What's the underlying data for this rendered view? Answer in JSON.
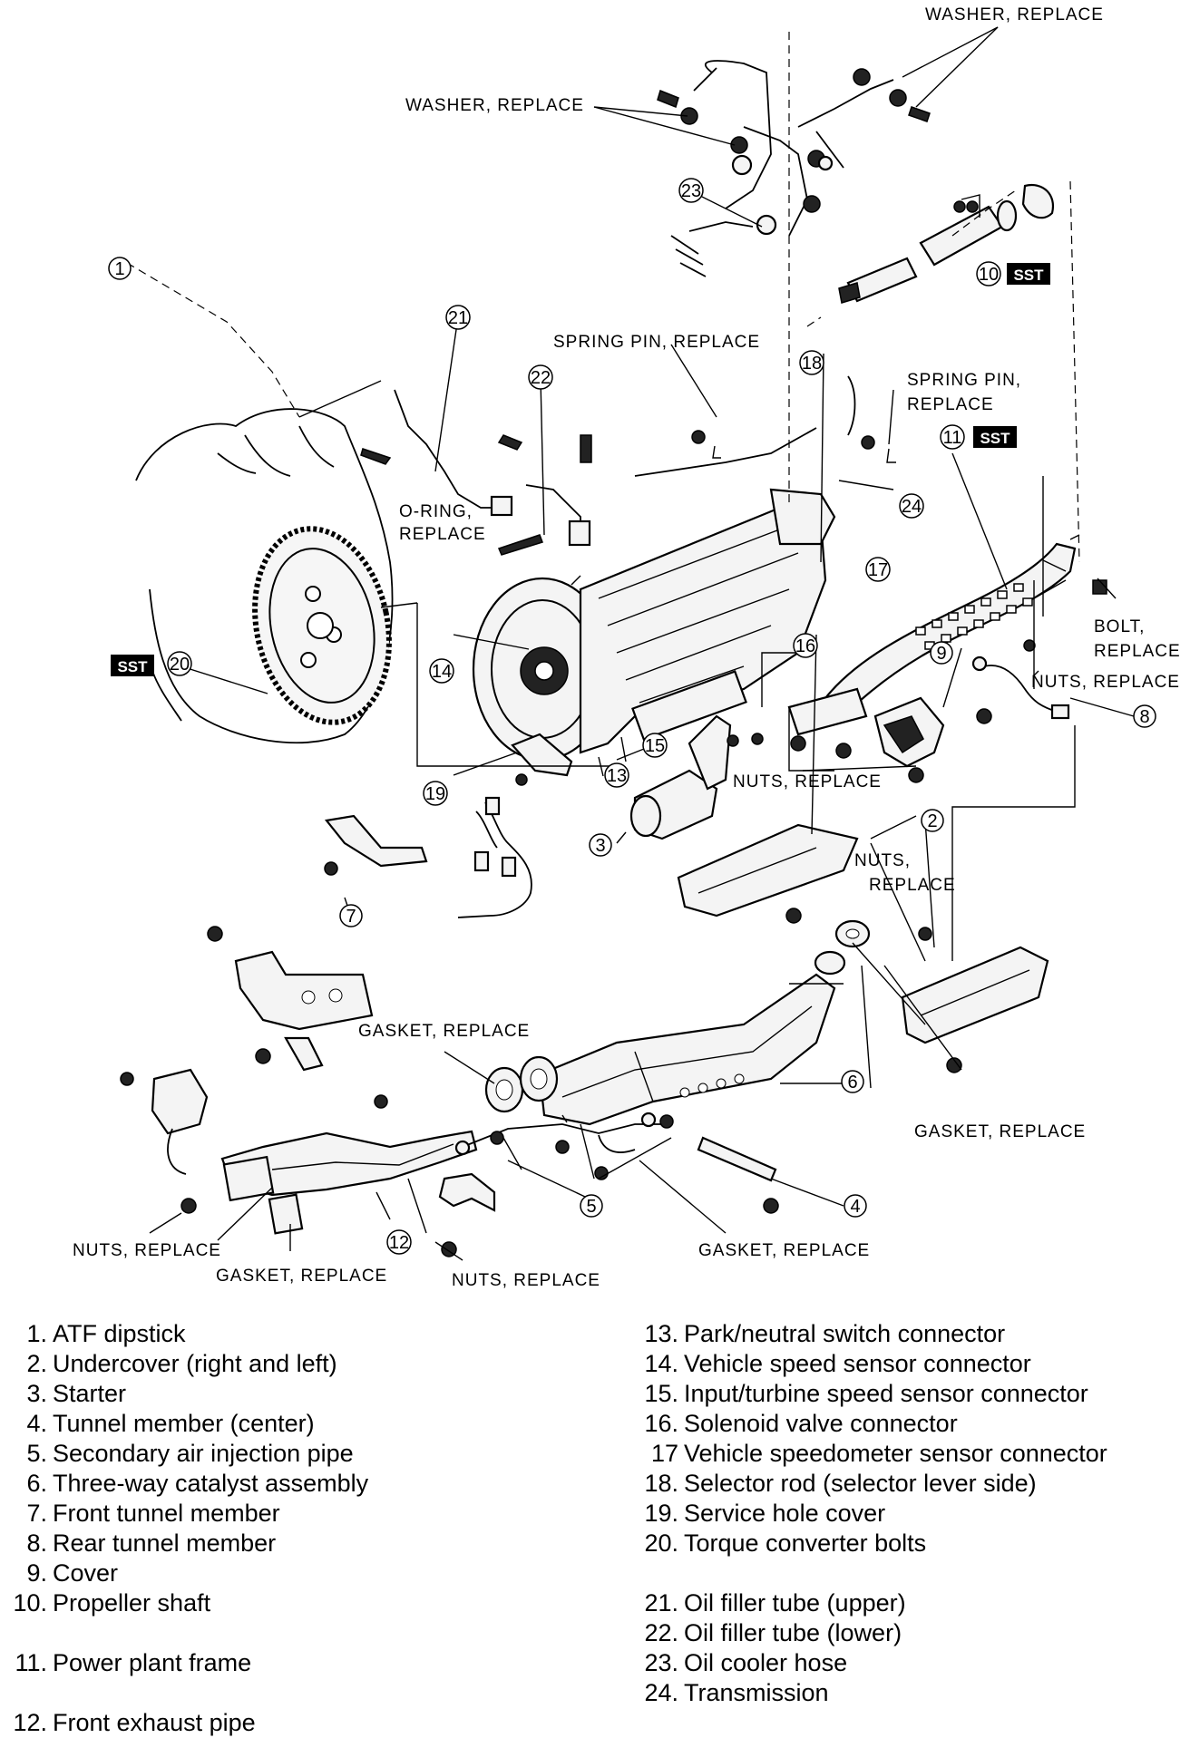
{
  "callouts": {
    "washer_top": "WASHER, REPLACE",
    "washer_left": "WASHER, REPLACE",
    "spring_pin_1": "SPRING PIN, REPLACE",
    "spring_pin_2_line1": "SPRING PIN,",
    "spring_pin_2_line2": "REPLACE",
    "oring_line1": "O-RING,",
    "oring_line2": "REPLACE",
    "bolt_line1": "BOLT,",
    "bolt_line2": "REPLACE",
    "nuts_right": "NUTS, REPLACE",
    "nuts_center": "NUTS, REPLACE",
    "nuts_cover_line1": "NUTS,",
    "nuts_cover_line2": "REPLACE",
    "gasket_center": "GASKET, REPLACE",
    "gasket_right": "GASKET, REPLACE",
    "gasket_bottom_right": "GASKET, REPLACE",
    "gasket_bottom_left": "GASKET, REPLACE",
    "nuts_bottom_left": "NUTS, REPLACE",
    "nuts_bottom_mid": "NUTS, REPLACE",
    "sst": "SST"
  },
  "part_numbers": {
    "n1": "1",
    "n2": "2",
    "n3": "3",
    "n4": "4",
    "n5": "5",
    "n6": "6",
    "n7": "7",
    "n8": "8",
    "n9": "9",
    "n10": "10",
    "n11": "11",
    "n12": "12",
    "n13": "13",
    "n14": "14",
    "n15": "15",
    "n16": "16",
    "n17": "17",
    "n18": "18",
    "n19": "19",
    "n20": "20",
    "n21": "21",
    "n22": "22",
    "n23": "23",
    "n24": "24"
  },
  "legend": {
    "left": [
      {
        "num": "1.",
        "text": "ATF dipstick"
      },
      {
        "num": "2.",
        "text": "Undercover (right and left)"
      },
      {
        "num": "3.",
        "text": "Starter"
      },
      {
        "num": "4.",
        "text": "Tunnel member (center)"
      },
      {
        "num": "5.",
        "text": "Secondary air injection pipe"
      },
      {
        "num": "6.",
        "text": "Three-way catalyst assembly"
      },
      {
        "num": "7.",
        "text": "Front tunnel member"
      },
      {
        "num": "8.",
        "text": "Rear tunnel member"
      },
      {
        "num": "9.",
        "text": "Cover"
      },
      {
        "num": "10.",
        "text": "Propeller shaft"
      },
      {
        "num": "11.",
        "text": "Power plant frame"
      },
      {
        "num": "12.",
        "text": "Front exhaust pipe"
      }
    ],
    "right": [
      {
        "num": "13.",
        "text": "Park/neutral switch connector"
      },
      {
        "num": "14.",
        "text": "Vehicle speed sensor connector"
      },
      {
        "num": "15.",
        "text": "Input/turbine speed sensor connector"
      },
      {
        "num": "16.",
        "text": "Solenoid valve connector"
      },
      {
        "num": "17",
        "text": "Vehicle speedometer sensor connector"
      },
      {
        "num": "18.",
        "text": "Selector rod (selector lever side)"
      },
      {
        "num": "19.",
        "text": "Service hole cover"
      },
      {
        "num": "20.",
        "text": "Torque converter bolts"
      },
      {
        "num": "21.",
        "text": "Oil filler tube (upper)"
      },
      {
        "num": "22.",
        "text": "Oil filler tube (lower)"
      },
      {
        "num": "23.",
        "text": "Oil cooler hose"
      },
      {
        "num": "24.",
        "text": "Transmission"
      }
    ]
  }
}
